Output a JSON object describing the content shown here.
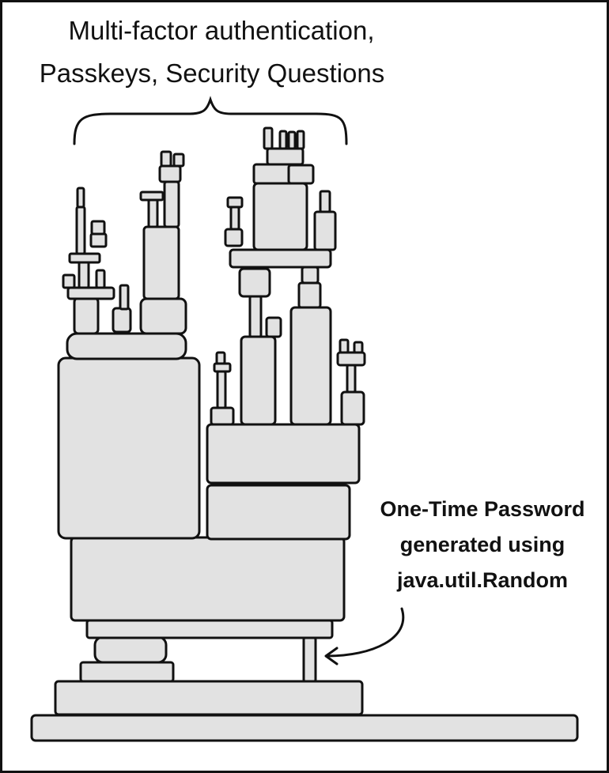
{
  "top_caption": {
    "line1": "Multi-factor authentication,",
    "line2": "Passkeys, Security Questions"
  },
  "side_caption": {
    "line1": "One-Time Password",
    "line2": "generated using",
    "line3": "java.util.Random"
  },
  "colors": {
    "block_fill": "#e2e2e2",
    "outline": "#111111",
    "background": "#ffffff"
  }
}
